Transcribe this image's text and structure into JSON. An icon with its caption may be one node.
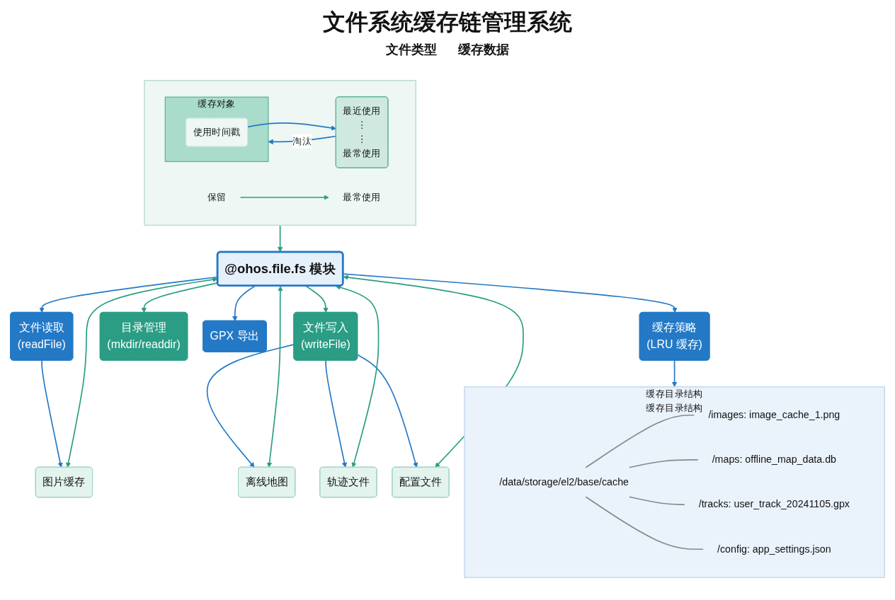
{
  "diagram": {
    "title": "文件系统缓存链管理系统",
    "nodes": [
      {
        "text": [
          "@ohos.file.fs 模块"
        ]
      },
      {
        "text": [
          "文件读取",
          "(readFile)"
        ]
      },
      {
        "text": [
          "文件写入",
          "(writeFile)"
        ]
      },
      {
        "text": [
          "目录管理",
          "(mkdir/readdir)"
        ]
      },
      {
        "text": [
          "GPX 导出"
        ]
      },
      {
        "text": [
          "缓存策略",
          "(LRU 缓存)"
        ]
      },
      {
        "text": [
          "图片缓存"
        ]
      },
      {
        "text": [
          "离线地图"
        ]
      },
      {
        "text": [
          "轨迹文件"
        ]
      },
      {
        "text": [
          "配置文件"
        ]
      },
      {
        "text": [],
        "shape": "box"
      },
      {
        "text": [
          "缓存对象"
        ],
        "in": 10
      },
      {
        "text": [
          "使用时间戳"
        ],
        "in": 11
      },
      {
        "text": [
          "最近使用",
          "⋮",
          "⋮",
          "最常使用"
        ],
        "in": 10
      },
      {
        "text": [
          "保留"
        ],
        "in": 10
      },
      {
        "text": [
          "最常使用"
        ],
        "in": 10
      },
      {
        "text": [
          "缓存目录结构",
          "缓存目录结构"
        ]
      },
      {
        "text": [
          "/data/storage/el2/base/cache"
        ],
        "in": 16
      },
      {
        "text": [
          "/images: image_cache_1.png"
        ],
        "in": 16
      },
      {
        "text": [
          "/maps: offline_map_data.db"
        ],
        "in": 16
      },
      {
        "text": [
          "/tracks: user_track_20241105.gpx"
        ],
        "in": 16
      },
      {
        "text": [
          "/config: app_settings.json"
        ],
        "in": 16
      }
    ],
    "edges": [
      {
        "from": 0,
        "to": 1,
        "arrow": "to"
      },
      {
        "from": 0,
        "to": 2,
        "arrow": "to",
        "color": "#2a9d84"
      },
      {
        "from": 0,
        "to": 3,
        "arrow": "to",
        "color": "#2a9d84"
      },
      {
        "from": 0,
        "to": 4,
        "arrow": "to"
      },
      {
        "from": 0,
        "to": 5,
        "arrow": "to"
      },
      {
        "from": 1,
        "to": 6,
        "arrow": "to"
      },
      {
        "from": 2,
        "to": 7,
        "arrow": "to"
      },
      {
        "from": 2,
        "to": 8,
        "arrow": "to"
      },
      {
        "from": 2,
        "to": 9,
        "arrow": "to"
      },
      {
        "from": 0,
        "to": 6,
        "arrow": "both",
        "color": "#2a9d84"
      },
      {
        "from": 0,
        "to": 7,
        "arrow": "both",
        "color": "#2a9d84"
      },
      {
        "from": 0,
        "to": 8,
        "arrow": "both",
        "color": "#2a9d84"
      },
      {
        "from": 0,
        "to": 9,
        "arrow": "both",
        "color": "#2a9d84"
      },
      {
        "from": 10,
        "to": 0,
        "arrow": "to",
        "color": "#2a9d84"
      },
      {
        "from": 13,
        "to": 11,
        "arrow": "to",
        "label": "淘汰"
      },
      {
        "from": 12,
        "to": 13,
        "arrow": "to"
      },
      {
        "from": 14,
        "to": 15,
        "arrow": "to",
        "color": "#2a9d84"
      },
      {
        "from": 5,
        "to": 16,
        "arrow": "to"
      },
      {
        "from": 17,
        "to": 18,
        "arrow": "none",
        "color": "#888888"
      },
      {
        "from": 17,
        "to": 19,
        "arrow": "none",
        "color": "#888888"
      },
      {
        "from": 17,
        "to": 20,
        "arrow": "none",
        "color": "#888888"
      },
      {
        "from": 17,
        "to": 21,
        "arrow": "none",
        "color": "#888888"
      }
    ],
    "labels": [
      "文件类型",
      "缓存数据"
    ]
  }
}
